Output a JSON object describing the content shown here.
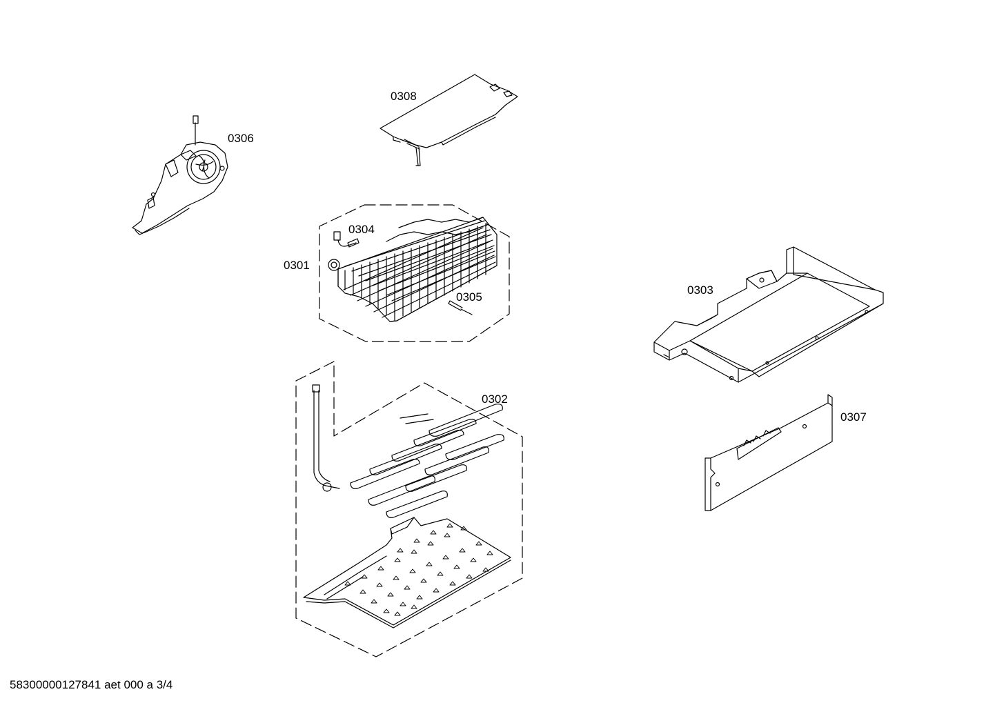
{
  "parts": [
    {
      "id": "fan",
      "label": "0306"
    },
    {
      "id": "cover",
      "label": "0308"
    },
    {
      "id": "sensor",
      "label": "0304"
    },
    {
      "id": "evaporator",
      "label": "0301"
    },
    {
      "id": "pin",
      "label": "0305"
    },
    {
      "id": "heater",
      "label": "0302"
    },
    {
      "id": "tray",
      "label": "0303"
    },
    {
      "id": "panel",
      "label": "0307"
    }
  ],
  "footer": "58300000127841 aet 000 a 3/4"
}
